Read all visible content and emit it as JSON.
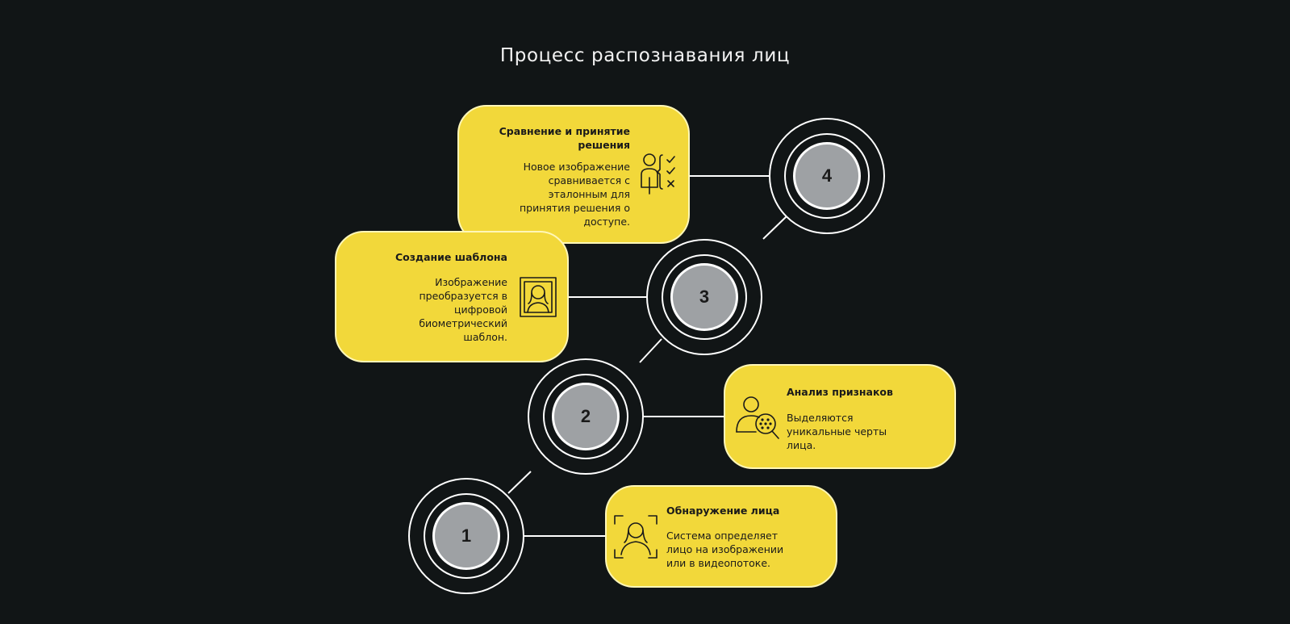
{
  "title": "Процесс распознавания лиц",
  "colors": {
    "background": "#111516",
    "card": "#f2d83a",
    "circle": "#9ea1a4",
    "ring": "#ffffff"
  },
  "steps": [
    {
      "number": "1",
      "title": "Обнаружение лица",
      "description": "Система определяет лицо на изображении или в видеопотоке.",
      "icon": "face-scan-icon"
    },
    {
      "number": "2",
      "title": "Анализ признаков",
      "description": "Выделяются уникальные черты лица.",
      "icon": "person-magnifier-icon"
    },
    {
      "number": "3",
      "title": "Создание шаблона",
      "description": "Изображение преобразуется в цифровой биометрический шаблон.",
      "icon": "portrait-frame-icon"
    },
    {
      "number": "4",
      "title": "Сравнение и принятие решения",
      "description": "Новое изображение сравнивается с эталонным для принятия решения о доступе.",
      "icon": "person-checklist-icon"
    }
  ]
}
